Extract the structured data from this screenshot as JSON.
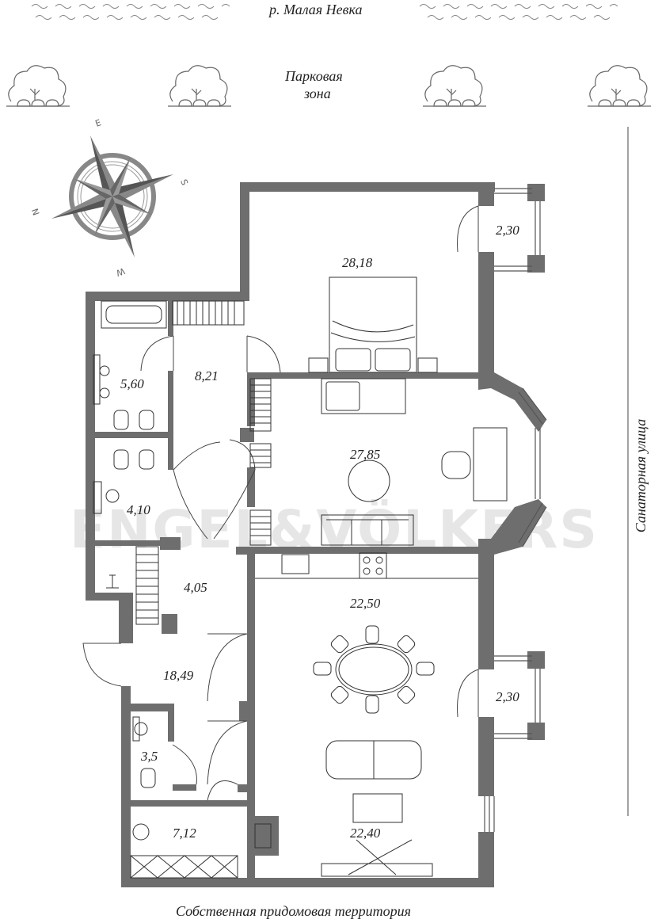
{
  "header": {
    "river_label": "р. Малая Невка",
    "park_label_line1": "Парковая",
    "park_label_line2": "зона"
  },
  "side_label": "Санаторная улица",
  "footer_label": "Собственная придомовая территория",
  "watermark": "ENGEL&VÖLKERS",
  "compass": {
    "letters": [
      "E",
      "S",
      "N",
      "W"
    ]
  },
  "rooms": [
    {
      "id": "bedroom",
      "area": "28,18"
    },
    {
      "id": "balcony-top",
      "area": "2,30"
    },
    {
      "id": "bathroom-top",
      "area": "5,60"
    },
    {
      "id": "hall-top",
      "area": "8,21"
    },
    {
      "id": "living-top",
      "area": "27,85"
    },
    {
      "id": "bath-mid",
      "area": "4,10"
    },
    {
      "id": "closet",
      "area": "4,05"
    },
    {
      "id": "kitchen-dining",
      "area": "22,50"
    },
    {
      "id": "entry-hall",
      "area": "18,49"
    },
    {
      "id": "balcony-bottom",
      "area": "2,30"
    },
    {
      "id": "wc",
      "area": "3,5"
    },
    {
      "id": "laundry",
      "area": "7,12"
    },
    {
      "id": "living-bottom",
      "area": "22,40"
    }
  ],
  "colors": {
    "wall": "#6e6e6e",
    "line": "#333333",
    "compass": "#7a7a7a"
  }
}
